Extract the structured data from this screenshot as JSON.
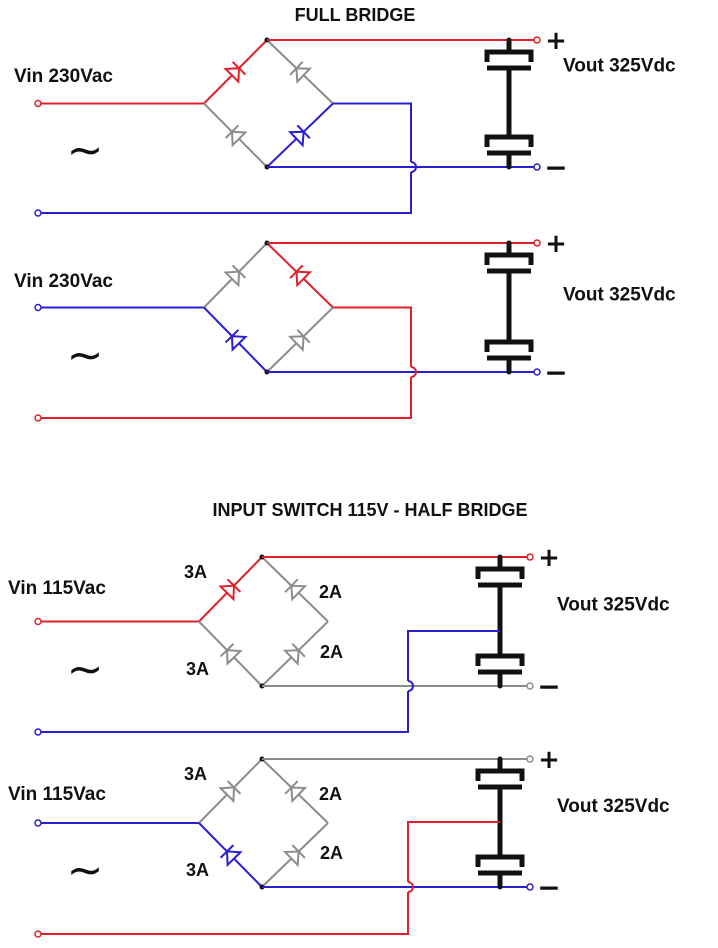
{
  "colors": {
    "red": "#e0202a",
    "blue": "#2a1fd0",
    "gray": "#8c8c8c",
    "black": "#111111"
  },
  "titles": {
    "full_bridge": "FULL BRIDGE",
    "half_bridge": "INPUT SWITCH 115V - HALF BRIDGE"
  },
  "symbols": {
    "plus": "+",
    "minus": "−",
    "ac": "∼"
  },
  "circuits": [
    {
      "vin_label": "Vin 230Vac",
      "vout_label": "Vout 325Vdc",
      "diode_labels": {
        "top_left": "",
        "top_right": "",
        "bottom_left": "",
        "bottom_right": ""
      }
    },
    {
      "vin_label": "Vin 230Vac",
      "vout_label": "Vout 325Vdc",
      "diode_labels": {
        "top_left": "",
        "top_right": "",
        "bottom_left": "",
        "bottom_right": ""
      }
    },
    {
      "vin_label": "Vin 115Vac",
      "vout_label": "Vout 325Vdc",
      "diode_labels": {
        "top_left": "3A",
        "top_right": "2A",
        "bottom_left": "3A",
        "bottom_right": "2A"
      }
    },
    {
      "vin_label": "Vin 115Vac",
      "vout_label": "Vout 325Vdc",
      "diode_labels": {
        "top_left": "3A",
        "top_right": "2A",
        "bottom_left": "3A",
        "bottom_right": "2A"
      }
    }
  ]
}
